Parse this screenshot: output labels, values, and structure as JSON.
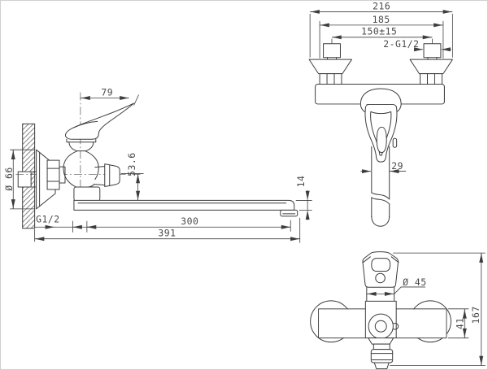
{
  "page": {
    "background": "#ffffff",
    "line_color": "#3d3d3d",
    "text_color": "#4a4a4a",
    "description": "Technical dimension drawing of a wall-mounted single-lever bath mixer with long swivel spout, three views"
  },
  "views": {
    "side": {
      "name": "side-view",
      "dims": {
        "handle_length": "79",
        "flange_diameter": "Ø 66",
        "axis_to_spout": "53.6",
        "spout_end_height": "14",
        "inlet_thread": "G1/2",
        "spout_reach": "300",
        "overall_length": "391"
      }
    },
    "front": {
      "name": "front-view",
      "dims": {
        "overall_width": "216",
        "body_width": "185",
        "inlet_spacing": "150±15",
        "inlet_threads": "2-G1/2",
        "spout_width": "29"
      }
    },
    "bottom": {
      "name": "bottom-view",
      "dims": {
        "body_diameter": "Ø 45",
        "body_depth": "41",
        "overall_height": "167"
      }
    }
  }
}
